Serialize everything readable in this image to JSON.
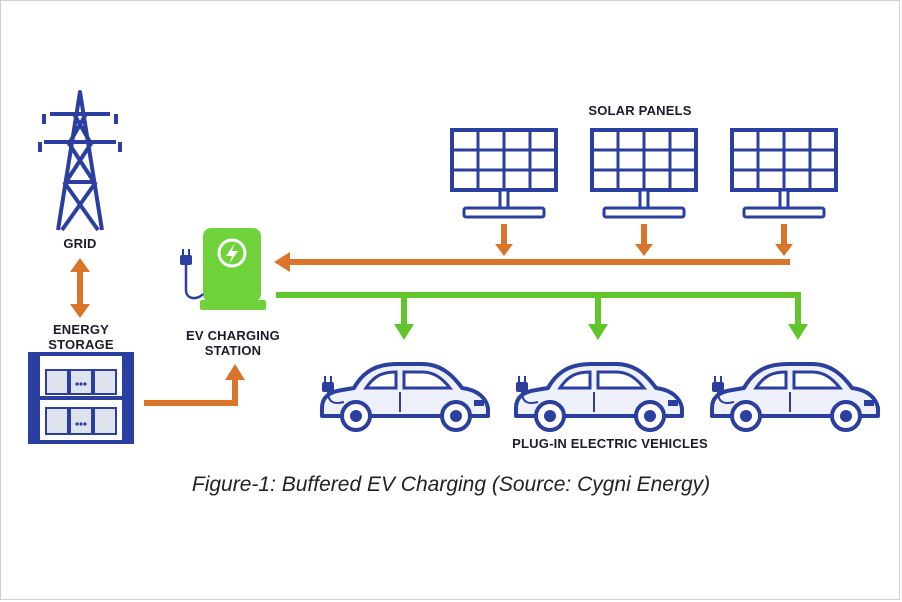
{
  "labels": {
    "grid": "GRID",
    "energy_storage": "ENERGY\nSTORAGE",
    "ev_charging_station": "EV CHARGING\nSTATION",
    "solar_panels": "SOLAR PANELS",
    "plug_in_vehicles": "PLUG-IN ELECTRIC VEHICLES"
  },
  "caption": "Figure-1: Buffered EV Charging (Source: Cygni Energy)",
  "colors": {
    "outline_blue": "#2a3f9f",
    "orange_flow": "#d9742a",
    "green_flow": "#62c52c",
    "charger_green": "#6fd23a",
    "car_fill": "#eef1fb",
    "storage_fill": "#dfe3ee"
  },
  "icons": [
    "transmission-tower-icon",
    "battery-rack-icon",
    "charging-station-icon",
    "solar-panel-icon",
    "electric-car-icon",
    "plug-icon",
    "lightning-bolt-icon"
  ]
}
